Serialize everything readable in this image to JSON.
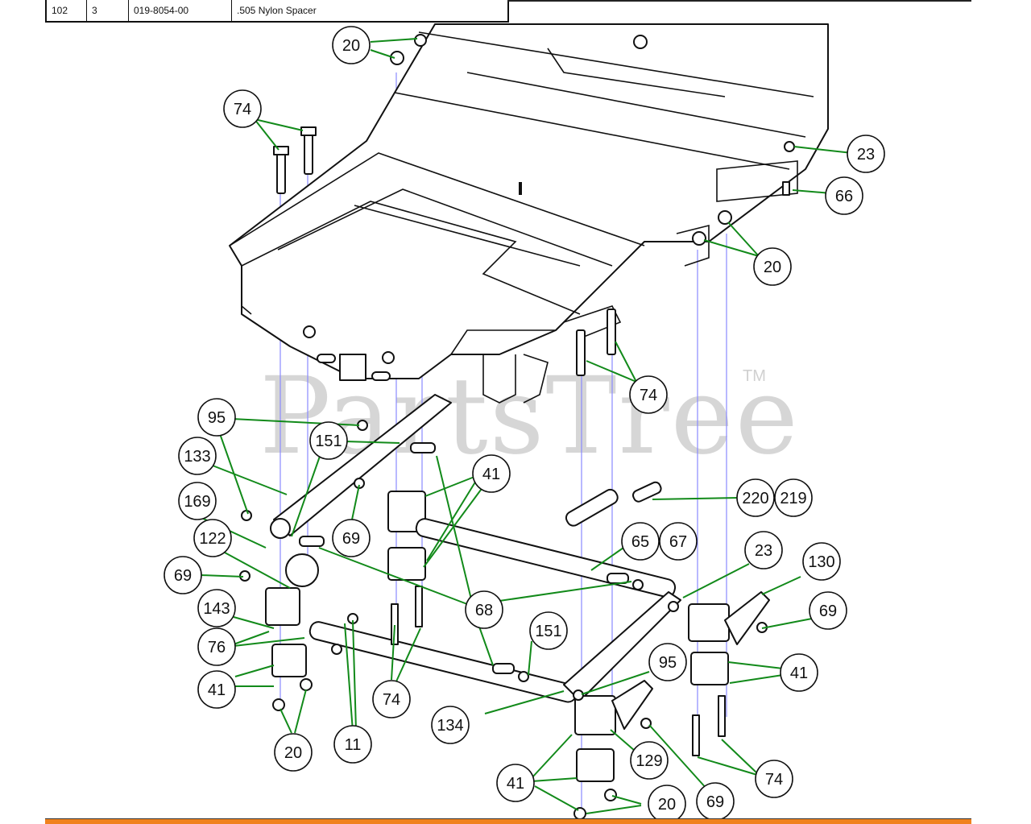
{
  "parts_table": {
    "row": {
      "ref": "102",
      "qty": "3",
      "part_number": "019-8054-00",
      "description": ".505 Nylon Spacer"
    }
  },
  "watermark": {
    "text": "PartsTree",
    "tm": "TM"
  },
  "colors": {
    "leader": "#128a1a",
    "guide": "#8a8aff",
    "bottom_bar": "#f0821e"
  },
  "callouts": [
    {
      "label": "20"
    },
    {
      "label": "74"
    },
    {
      "label": "23"
    },
    {
      "label": "66"
    },
    {
      "label": "20"
    },
    {
      "label": "74"
    },
    {
      "label": "95"
    },
    {
      "label": "151"
    },
    {
      "label": "41"
    },
    {
      "label": "133"
    },
    {
      "label": "69"
    },
    {
      "label": "220"
    },
    {
      "label": "219"
    },
    {
      "label": "169"
    },
    {
      "label": "65"
    },
    {
      "label": "67"
    },
    {
      "label": "122"
    },
    {
      "label": "23"
    },
    {
      "label": "130"
    },
    {
      "label": "69"
    },
    {
      "label": "68"
    },
    {
      "label": "69"
    },
    {
      "label": "151"
    },
    {
      "label": "143"
    },
    {
      "label": "76"
    },
    {
      "label": "95"
    },
    {
      "label": "41"
    },
    {
      "label": "41"
    },
    {
      "label": "74"
    },
    {
      "label": "134"
    },
    {
      "label": "20"
    },
    {
      "label": "11"
    },
    {
      "label": "129"
    },
    {
      "label": "74"
    },
    {
      "label": "41"
    },
    {
      "label": "20"
    },
    {
      "label": "69"
    }
  ]
}
